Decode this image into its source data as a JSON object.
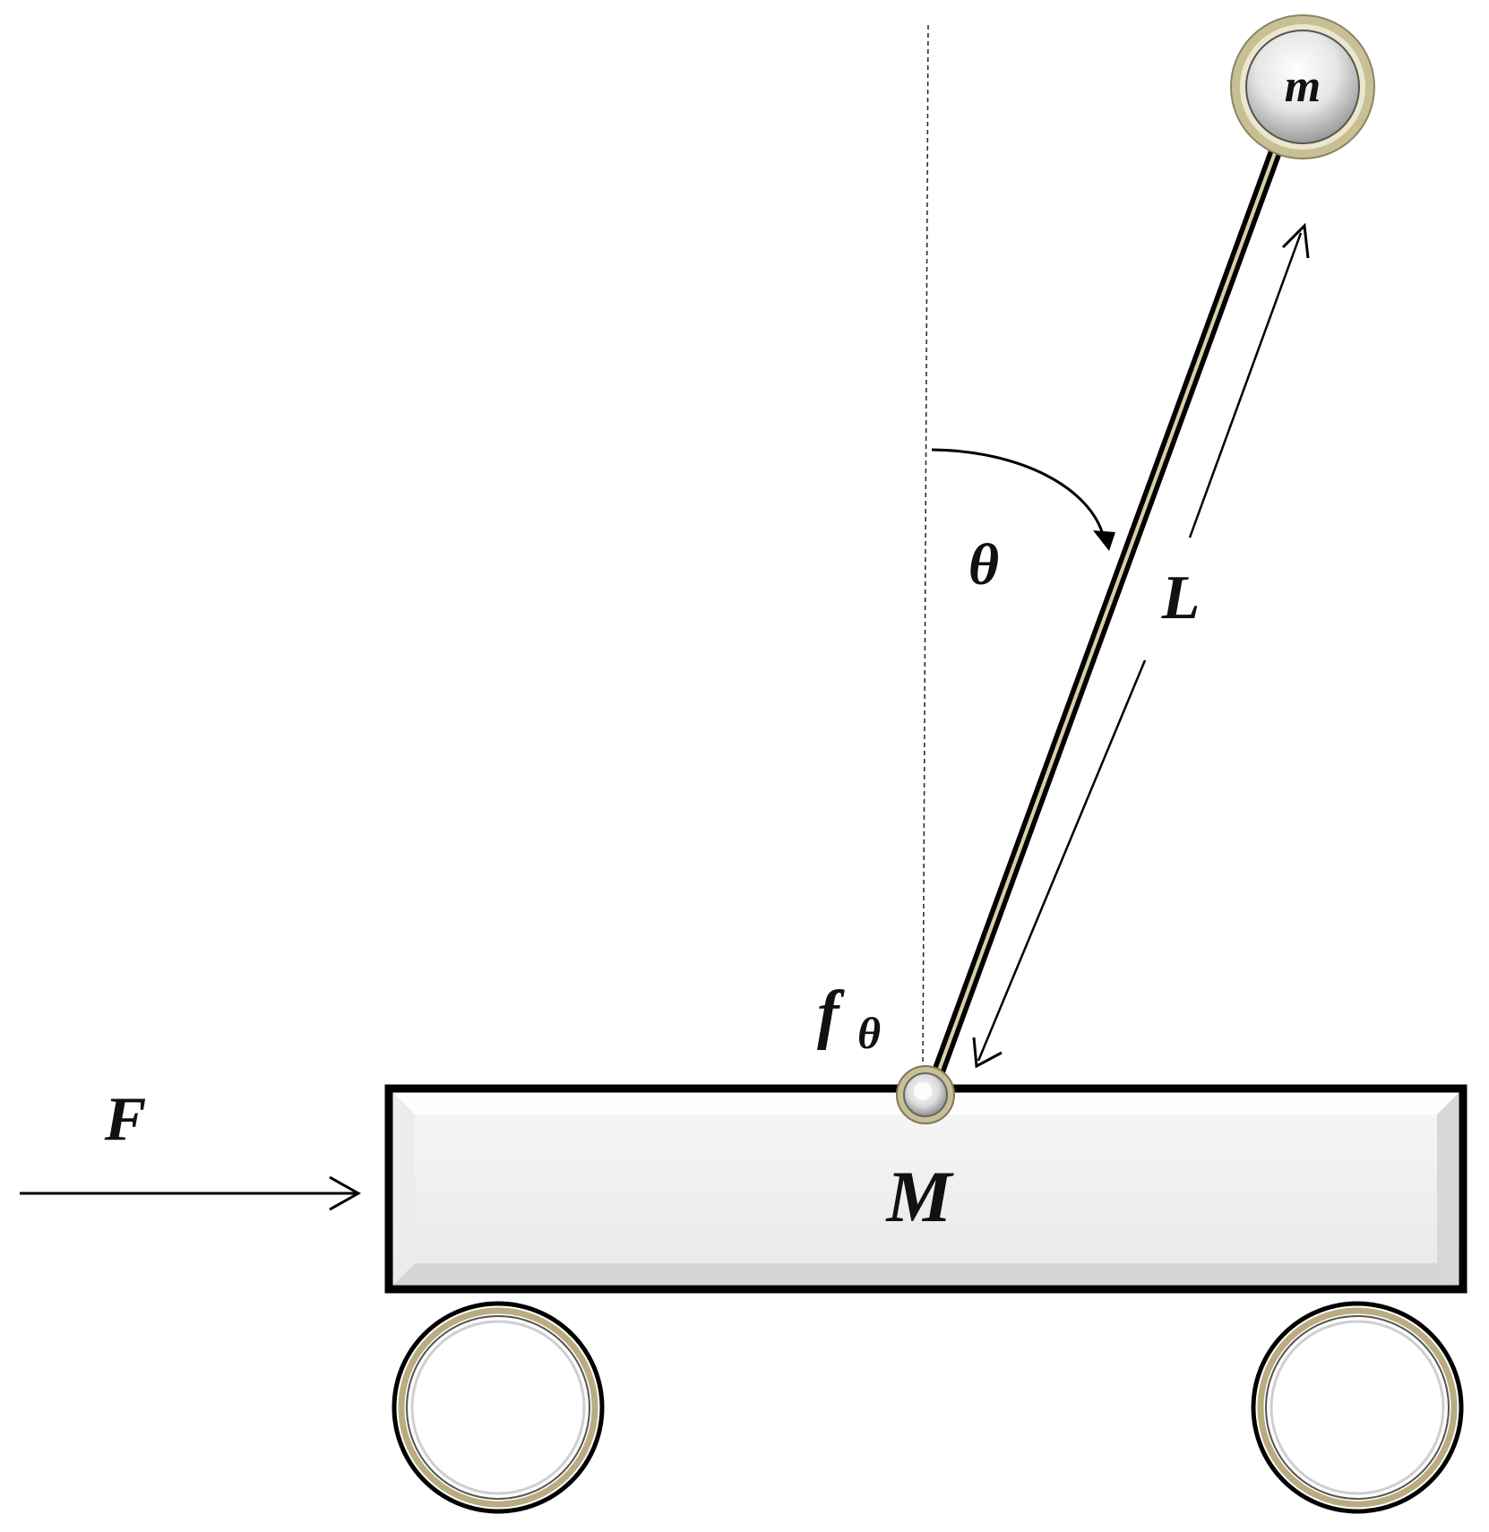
{
  "labels": {
    "bob_mass": "m",
    "angle": "θ",
    "length": "L",
    "friction_main": "f",
    "friction_sub": "θ",
    "force": "F",
    "cart_mass": "M"
  },
  "colors": {
    "outline": "#000000",
    "rod_highlight": "#d8cfa8",
    "ring_gold": "#b9ad80",
    "body_fill": "#f3f3f3",
    "text": "#111111"
  }
}
